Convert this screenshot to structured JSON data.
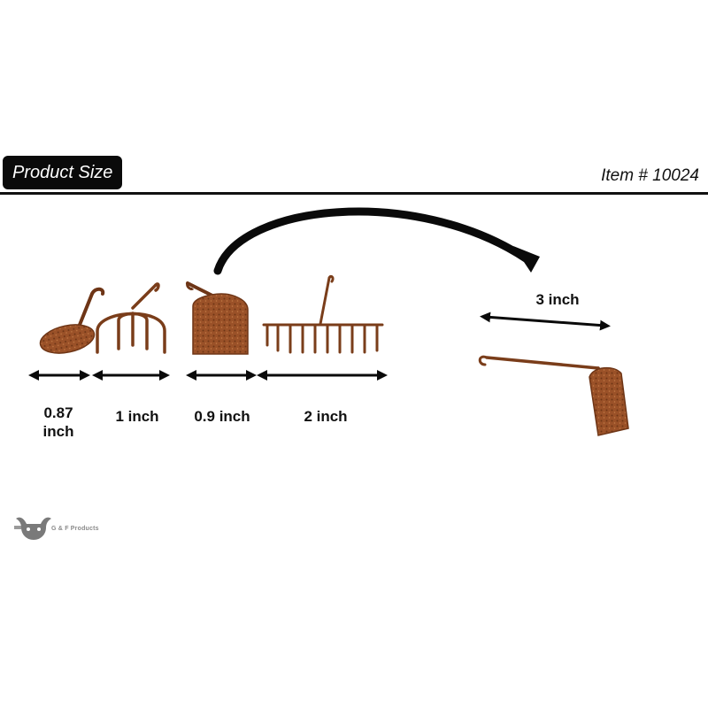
{
  "header": {
    "title": "Product Size",
    "item_number": "Item # 10024"
  },
  "measurements": [
    "0.87\ninch",
    "1 inch",
    "0.9 inch",
    "2 inch",
    "3 inch"
  ],
  "logo": {
    "text": "G & F Products"
  },
  "colors": {
    "rust": "#8b4a22",
    "rust_dark": "#5c2e12",
    "rust_light": "#b5683a",
    "arrow": "#0a0a0a"
  }
}
